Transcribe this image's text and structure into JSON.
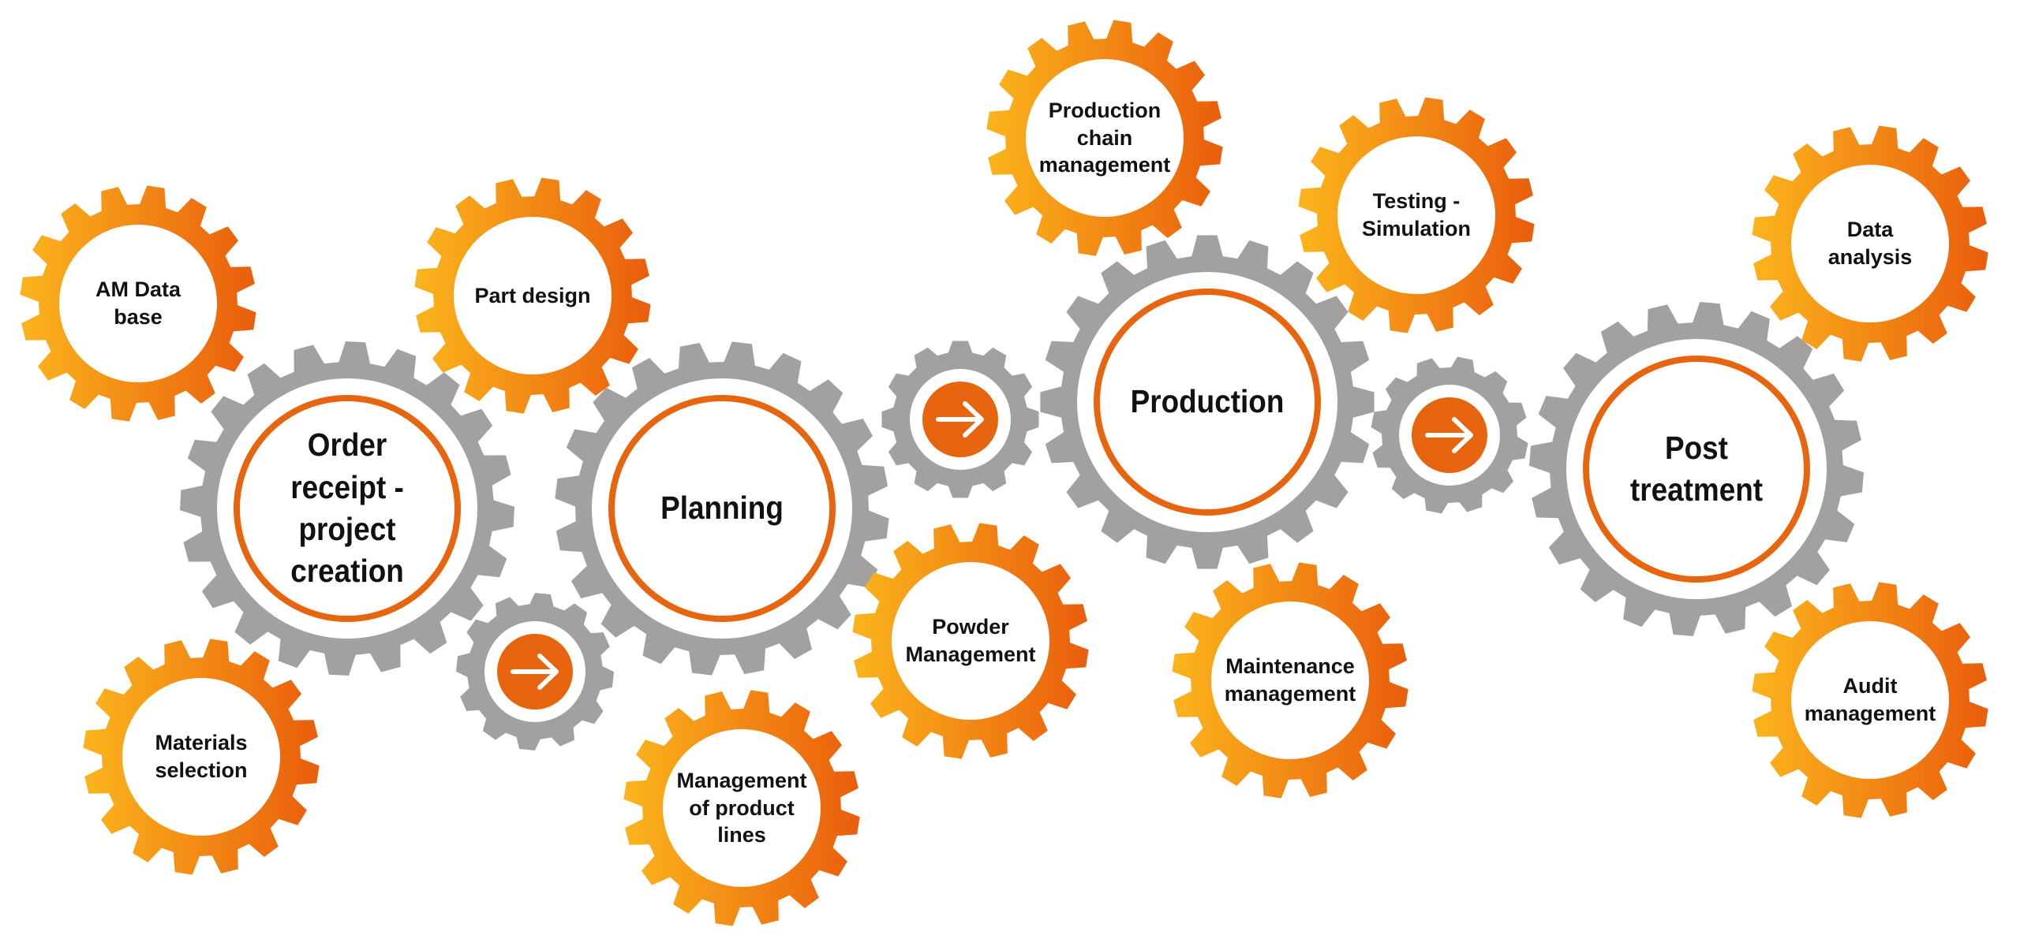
{
  "colors": {
    "gray_gear": "#a3a1a0",
    "accent": "#e8650f",
    "orange_light": "#fbb51c",
    "orange_dark": "#ea5d0c",
    "label": "#111111"
  },
  "main_gears": [
    {
      "id": "order",
      "label": "Order\nreceipt -\nproject\ncreation"
    },
    {
      "id": "planning",
      "label": "Planning"
    },
    {
      "id": "production",
      "label": "Production"
    },
    {
      "id": "post",
      "label": "Post\ntreatment"
    }
  ],
  "connector_gears": [
    {
      "id": "arrow-1",
      "icon": "arrow-right-icon"
    },
    {
      "id": "arrow-2",
      "icon": "arrow-right-icon"
    },
    {
      "id": "arrow-3",
      "icon": "arrow-right-icon"
    }
  ],
  "satellite_gears": [
    {
      "id": "am-data-base",
      "label": "AM Data\nbase"
    },
    {
      "id": "part-design",
      "label": "Part design"
    },
    {
      "id": "materials-selection",
      "label": "Materials\nselection"
    },
    {
      "id": "management-product-lines",
      "label": "Management\nof product\nlines"
    },
    {
      "id": "powder-management",
      "label": "Powder\nManagement"
    },
    {
      "id": "production-chain",
      "label": "Production\nchain\nmanagement"
    },
    {
      "id": "testing-simulation",
      "label": "Testing -\nSimulation"
    },
    {
      "id": "maintenance",
      "label": "Maintenance\nmanagement"
    },
    {
      "id": "data-analysis",
      "label": "Data\nanalysis"
    },
    {
      "id": "audit",
      "label": "Audit\nmanagement"
    }
  ]
}
